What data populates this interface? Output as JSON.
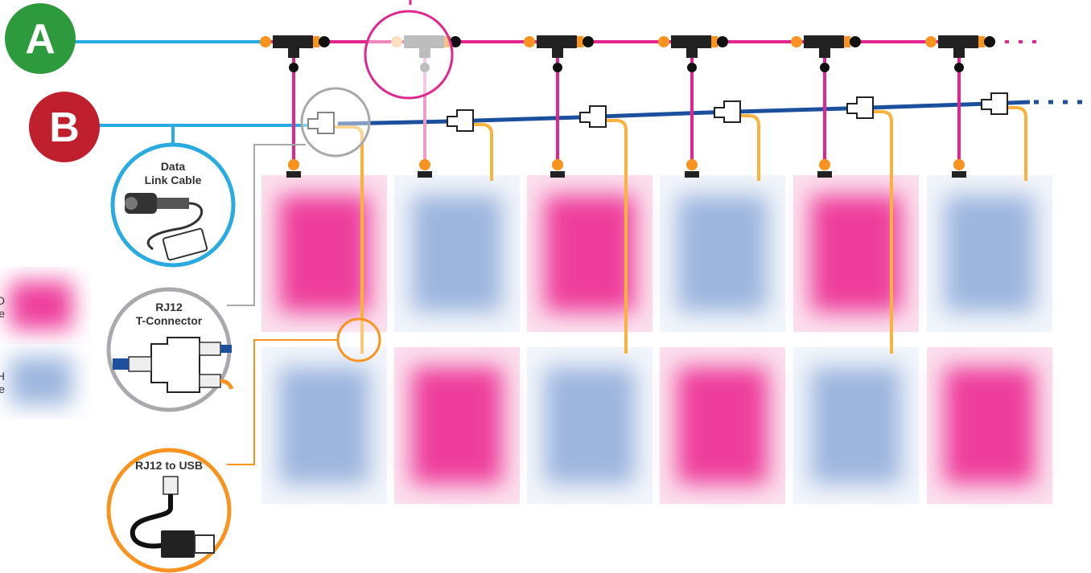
{
  "network_labels": {
    "a": "A",
    "b": "B"
  },
  "callouts": {
    "data_link_cable": "Data\nLink Cable",
    "rj12_t_connector": "RJ12\nT-Connector",
    "rj12_to_usb": "RJ12 to USB"
  },
  "legend": {
    "pink_fragment": "D\ne",
    "blue_fragment": "H\ne"
  },
  "colors": {
    "network_a_green": "#2e9a3e",
    "network_b_red": "#c0202e",
    "magenta_bus": "#e2258f",
    "blue_bus": "#1c4f9c",
    "light_blue_line": "#29abe2",
    "orange": "#f7931e",
    "light_orange_cable": "#f9b23c",
    "gray": "#a7a9ac",
    "panel_pink": "#ee3c9b",
    "panel_blue": "#9db6de"
  },
  "panels": {
    "top_row": [
      "pink",
      "blue",
      "pink",
      "blue",
      "pink",
      "blue"
    ],
    "bottom_row": [
      "blue",
      "pink",
      "blue",
      "pink",
      "blue",
      "pink"
    ]
  }
}
